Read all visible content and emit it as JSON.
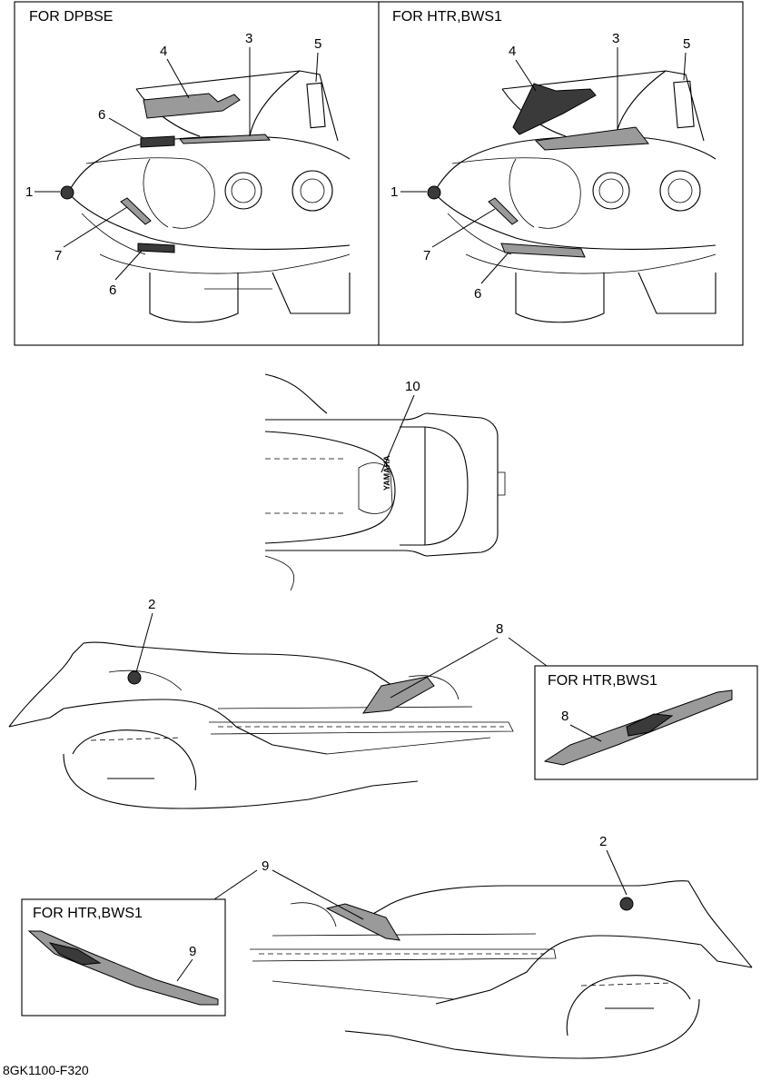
{
  "panels": {
    "top_left_caption": "FOR DPBSE",
    "top_right_caption": "FOR HTR,BWS1",
    "inset_right_caption": "FOR HTR,BWS1",
    "inset_left_caption": "FOR HTR,BWS1"
  },
  "callouts": {
    "tl": {
      "c1": "1",
      "c3": "3",
      "c4": "4",
      "c5": "5",
      "c6a": "6",
      "c6b": "6",
      "c7": "7"
    },
    "tr": {
      "c1": "1",
      "c3": "3",
      "c4": "4",
      "c5": "5",
      "c6": "6",
      "c7": "7"
    },
    "mid": {
      "c10": "10"
    },
    "side_right": {
      "c2": "2",
      "c8": "8",
      "c8_inset": "8"
    },
    "side_left": {
      "c2": "2",
      "c9": "9",
      "c9_inset": "9"
    }
  },
  "footer": {
    "code": "8GK1100-F320"
  }
}
